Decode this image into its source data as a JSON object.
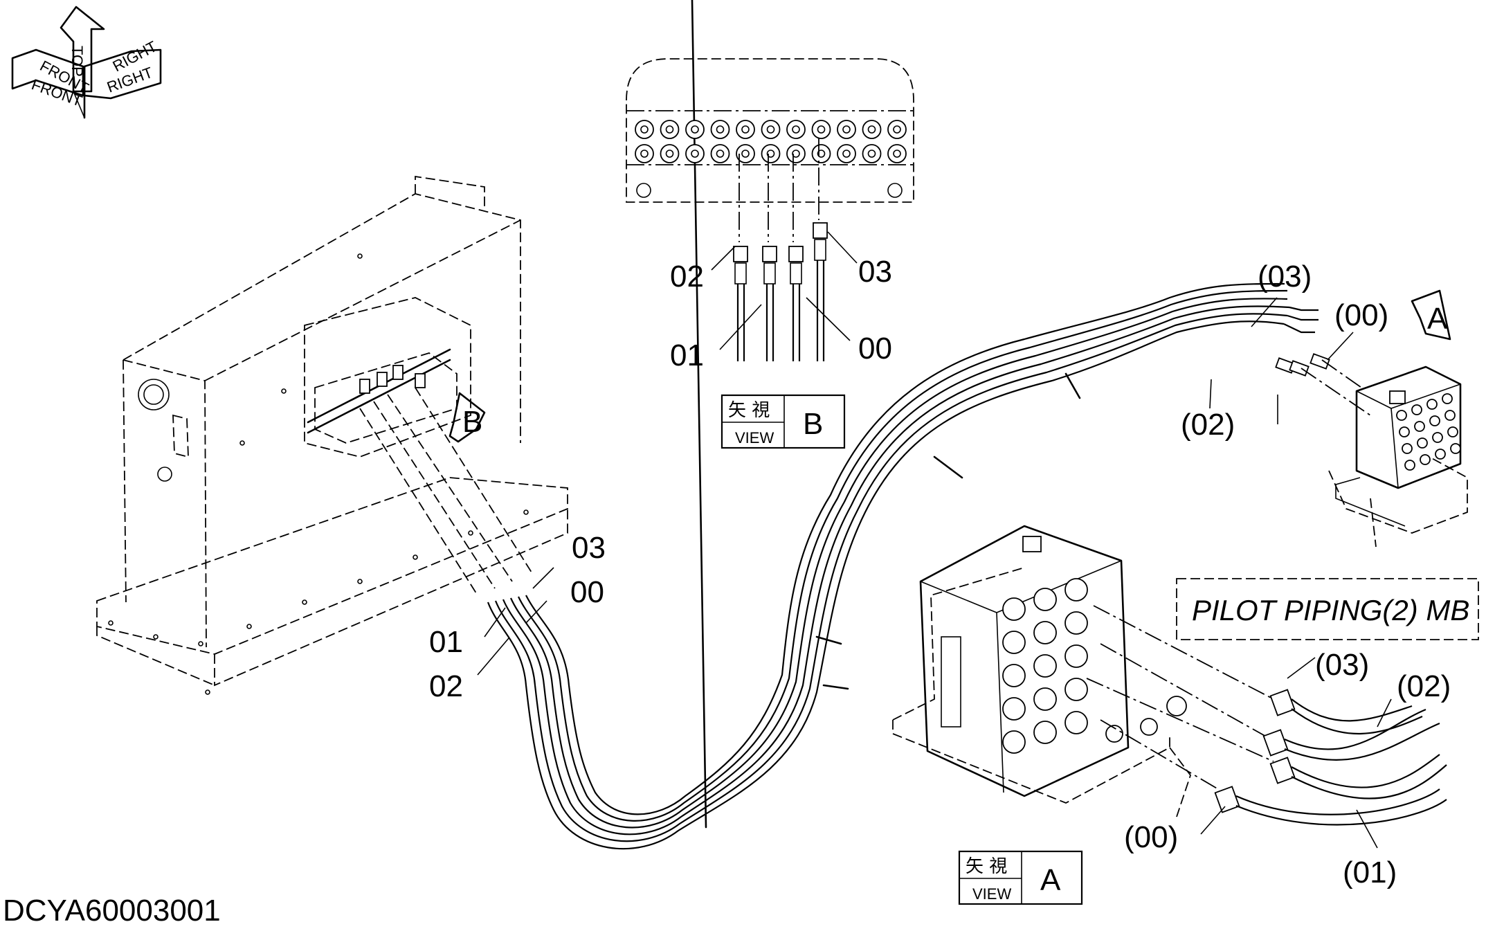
{
  "drawing_id": "DCYA60003001",
  "orientation": {
    "front": "FRONT",
    "top": "TOP",
    "right": "RIGHT"
  },
  "view_b": {
    "kanji": "矢 視",
    "word": "VIEW",
    "letter": "B",
    "labels": {
      "p02": "02",
      "p03": "03",
      "p01": "01",
      "p00": "00"
    }
  },
  "view_a": {
    "kanji": "矢 視",
    "word": "VIEW",
    "letter": "A",
    "labels": {
      "p03": "(03)",
      "p02": "(02)",
      "p00": "(00)",
      "p01": "(01)"
    }
  },
  "left_callouts": {
    "p03": "03",
    "p00": "00",
    "p01": "01",
    "p02": "02"
  },
  "right_callouts": {
    "p03": "(03)",
    "p00": "(00)",
    "p02": "(02)"
  },
  "view_markers": {
    "a": "A",
    "b": "B"
  },
  "reference_box": "PILOT PIPING(2) MB"
}
